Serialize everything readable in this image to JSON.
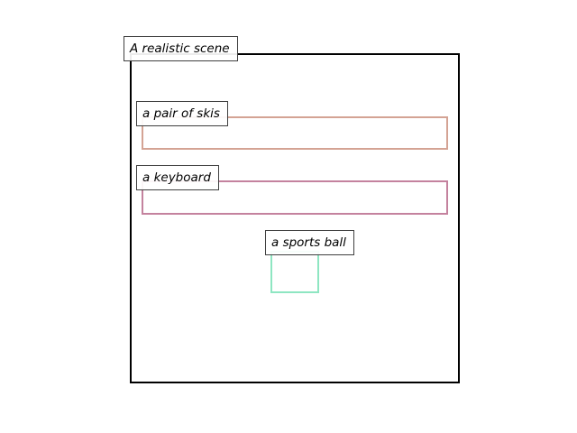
{
  "scene": {
    "title": "A realistic scene",
    "frame_color": "#000000"
  },
  "objects": [
    {
      "label": "a pair of skis",
      "color": "#d4a394"
    },
    {
      "label": "a keyboard",
      "color": "#c4829e"
    },
    {
      "label": "a sports ball",
      "color": "#8ee6c2"
    }
  ]
}
